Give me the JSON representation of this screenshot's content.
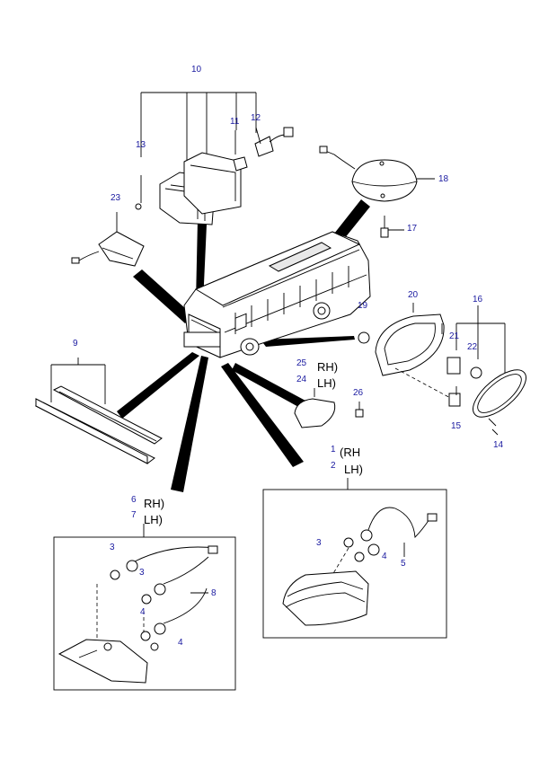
{
  "callouts": {
    "n10": "10",
    "n11": "11",
    "n12": "12",
    "n13": "13",
    "n23": "23",
    "n18": "18",
    "n17": "17",
    "n20": "20",
    "n16": "16",
    "n19": "19",
    "n21": "21",
    "n22": "22",
    "n9": "9",
    "n25": "25",
    "n24": "24",
    "n26": "26",
    "n15": "15",
    "n14": "14",
    "n1": "1",
    "n2": "2",
    "n6": "6",
    "n7": "7",
    "b3": "3",
    "b3b": "3",
    "b4": "4",
    "b4b": "4",
    "b8": "8",
    "r3": "3",
    "r4": "4",
    "r5": "5"
  },
  "side_labels": {
    "rh_a": "RH)",
    "lh_a": "LH)",
    "rh_b": "(RH",
    "lh_b": "LH)",
    "rh_c": "RH)",
    "lh_c": "LH)"
  },
  "colors": {
    "callout": "#1a1aa0",
    "line": "#000000",
    "paper": "#ffffff"
  }
}
